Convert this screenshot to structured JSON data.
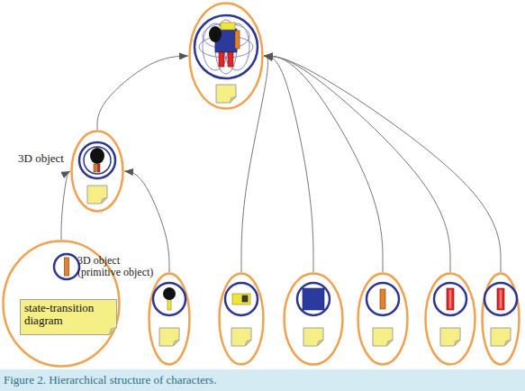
{
  "diagram": {
    "caption": "Figure 2. Hierarchical structure of characters.",
    "nodes": [
      {
        "text": []
      },
      {
        "text": [
          "3D object"
        ],
        "in": null
      },
      {
        "text": [
          "3D object (primitive object)"
        ]
      },
      {
        "text": [
          "state-transition diagram"
        ],
        "in": 2
      },
      {
        "text": []
      },
      {
        "text": []
      },
      {
        "text": []
      },
      {
        "text": []
      },
      {
        "text": []
      },
      {
        "text": []
      }
    ],
    "edges": [
      {
        "from": 2,
        "to": 1,
        "arrow": "to"
      },
      {
        "from": 4,
        "to": 1,
        "arrow": "to"
      },
      {
        "from": 1,
        "to": 0,
        "arrow": "to"
      },
      {
        "from": 5,
        "to": 0,
        "arrow": "to"
      },
      {
        "from": 6,
        "to": 0,
        "arrow": "to"
      },
      {
        "from": 7,
        "to": 0,
        "arrow": "to"
      },
      {
        "from": 8,
        "to": 0,
        "arrow": "to"
      },
      {
        "from": 9,
        "to": 0,
        "arrow": "to"
      }
    ]
  }
}
